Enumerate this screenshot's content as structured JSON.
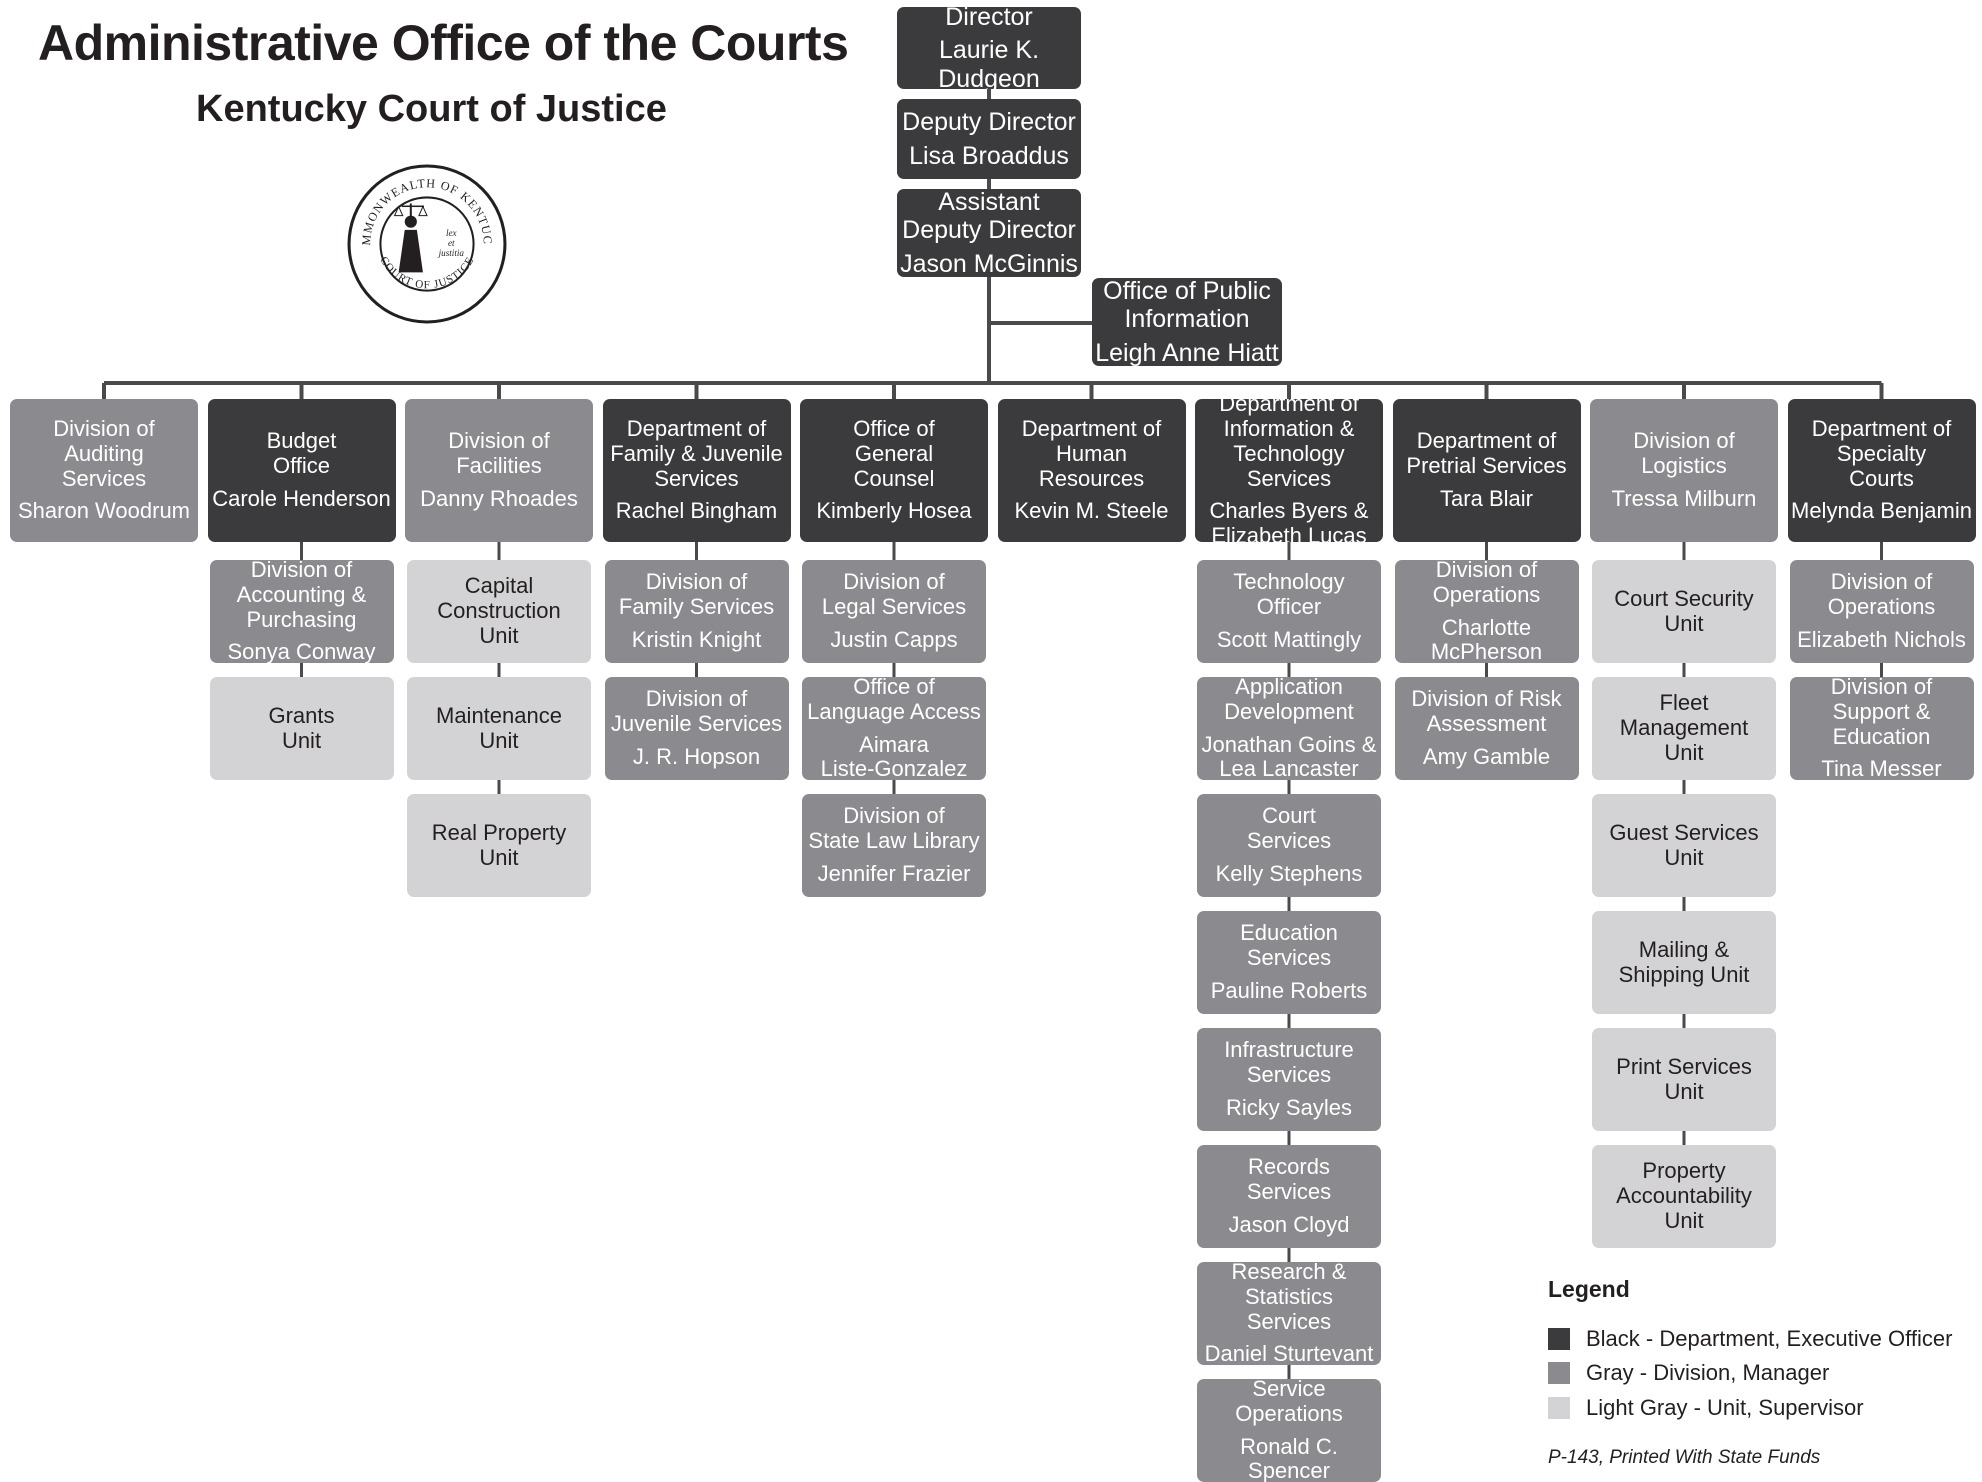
{
  "header": {
    "title": "Administrative Office of the Courts",
    "subtitle": "Kentucky Court of Justice"
  },
  "seal": {
    "ring_top": "COMMONWEALTH OF KENTUCKY",
    "ring_bottom": "COURT OF JUSTICE",
    "motto": [
      "lex",
      "et",
      "justitia"
    ]
  },
  "colors": {
    "black": "#3b3b3d",
    "gray": "#8b8b8f",
    "light_gray": "#d3d3d5",
    "connector": "#4a4a4c"
  },
  "org": {
    "director": {
      "title": "Director",
      "name": "Laurie K. Dudgeon"
    },
    "deputy_director": {
      "title": "Deputy Director",
      "name": "Lisa Broaddus"
    },
    "assistant_deputy_director": {
      "title": "Assistant\nDeputy Director",
      "name": "Jason McGinnis"
    },
    "public_information": {
      "title": "Office of Public\nInformation",
      "name": "Leigh Anne Hiatt"
    },
    "columns": [
      {
        "head": {
          "title": "Division of\nAuditing\nServices",
          "name": "Sharon Woodrum",
          "level": "gray"
        },
        "children": []
      },
      {
        "head": {
          "title": "Budget\nOffice",
          "name": "Carole Henderson",
          "level": "black"
        },
        "children": [
          {
            "title": "Division of\nAccounting &\nPurchasing",
            "name": "Sonya Conway",
            "level": "gray"
          },
          {
            "title": "Grants\nUnit",
            "name": "",
            "level": "light"
          }
        ]
      },
      {
        "head": {
          "title": "Division of\nFacilities",
          "name": "Danny Rhoades",
          "level": "gray"
        },
        "children": [
          {
            "title": "Capital\nConstruction\nUnit",
            "name": "",
            "level": "light"
          },
          {
            "title": "Maintenance\nUnit",
            "name": "",
            "level": "light"
          },
          {
            "title": "Real Property\nUnit",
            "name": "",
            "level": "light"
          }
        ]
      },
      {
        "head": {
          "title": "Department of\nFamily & Juvenile\nServices",
          "name": "Rachel Bingham",
          "level": "black"
        },
        "children": [
          {
            "title": "Division of\nFamily Services",
            "name": "Kristin Knight",
            "level": "gray"
          },
          {
            "title": "Division of\nJuvenile Services",
            "name": "J. R. Hopson",
            "level": "gray"
          }
        ]
      },
      {
        "head": {
          "title": "Office of\nGeneral\nCounsel",
          "name": "Kimberly Hosea",
          "level": "black"
        },
        "children": [
          {
            "title": "Division of\nLegal Services",
            "name": "Justin Capps",
            "level": "gray"
          },
          {
            "title": "Office of\nLanguage Access",
            "name": "Aimara\nListe-Gonzalez",
            "level": "gray"
          },
          {
            "title": "Division of\nState Law Library",
            "name": "Jennifer Frazier",
            "level": "gray"
          }
        ]
      },
      {
        "head": {
          "title": "Department of\nHuman\nResources",
          "name": "Kevin M. Steele",
          "level": "black"
        },
        "children": []
      },
      {
        "head": {
          "title": "Department of\nInformation &\nTechnology Services",
          "name": "Charles Byers &\nElizabeth Lucas",
          "level": "black"
        },
        "children": [
          {
            "title": "Technology\nOfficer",
            "name": "Scott Mattingly",
            "level": "gray"
          },
          {
            "title": "Application\nDevelopment",
            "name": "Jonathan Goins &\nLea Lancaster",
            "level": "gray"
          },
          {
            "title": "Court\nServices",
            "name": "Kelly Stephens",
            "level": "gray"
          },
          {
            "title": "Education\nServices",
            "name": "Pauline Roberts",
            "level": "gray"
          },
          {
            "title": "Infrastructure\nServices",
            "name": "Ricky Sayles",
            "level": "gray"
          },
          {
            "title": "Records\nServices",
            "name": "Jason Cloyd",
            "level": "gray"
          },
          {
            "title": "Research &\nStatistics Services",
            "name": "Daniel Sturtevant",
            "level": "gray"
          },
          {
            "title": "Service Operations",
            "name": "Ronald C. Spencer",
            "level": "gray"
          }
        ]
      },
      {
        "head": {
          "title": "Department of\nPretrial Services",
          "name": "Tara Blair",
          "level": "black"
        },
        "children": [
          {
            "title": "Division of\nOperations",
            "name": "Charlotte\nMcPherson",
            "level": "gray"
          },
          {
            "title": "Division of Risk\nAssessment",
            "name": "Amy Gamble",
            "level": "gray"
          }
        ]
      },
      {
        "head": {
          "title": "Division of\nLogistics",
          "name": "Tressa Milburn",
          "level": "gray"
        },
        "children": [
          {
            "title": "Court Security\nUnit",
            "name": "",
            "level": "light"
          },
          {
            "title": "Fleet\nManagement\nUnit",
            "name": "",
            "level": "light"
          },
          {
            "title": "Guest Services\nUnit",
            "name": "",
            "level": "light"
          },
          {
            "title": "Mailing &\nShipping Unit",
            "name": "",
            "level": "light"
          },
          {
            "title": "Print Services\nUnit",
            "name": "",
            "level": "light"
          },
          {
            "title": "Property\nAccountability\nUnit",
            "name": "",
            "level": "light"
          }
        ]
      },
      {
        "head": {
          "title": "Department of\nSpecialty\nCourts",
          "name": "Melynda Benjamin",
          "level": "black"
        },
        "children": [
          {
            "title": "Division of\nOperations",
            "name": "Elizabeth Nichols",
            "level": "gray"
          },
          {
            "title": "Division of\nSupport & Education",
            "name": "Tina Messer",
            "level": "gray"
          }
        ]
      }
    ]
  },
  "legend": {
    "title": "Legend",
    "items": [
      {
        "level": "black",
        "label": "Black - Department, Executive Officer"
      },
      {
        "level": "gray",
        "label": "Gray - Division, Manager"
      },
      {
        "level": "light",
        "label": "Light Gray - Unit, Supervisor"
      }
    ]
  },
  "footer": "P-143, Printed With State Funds"
}
